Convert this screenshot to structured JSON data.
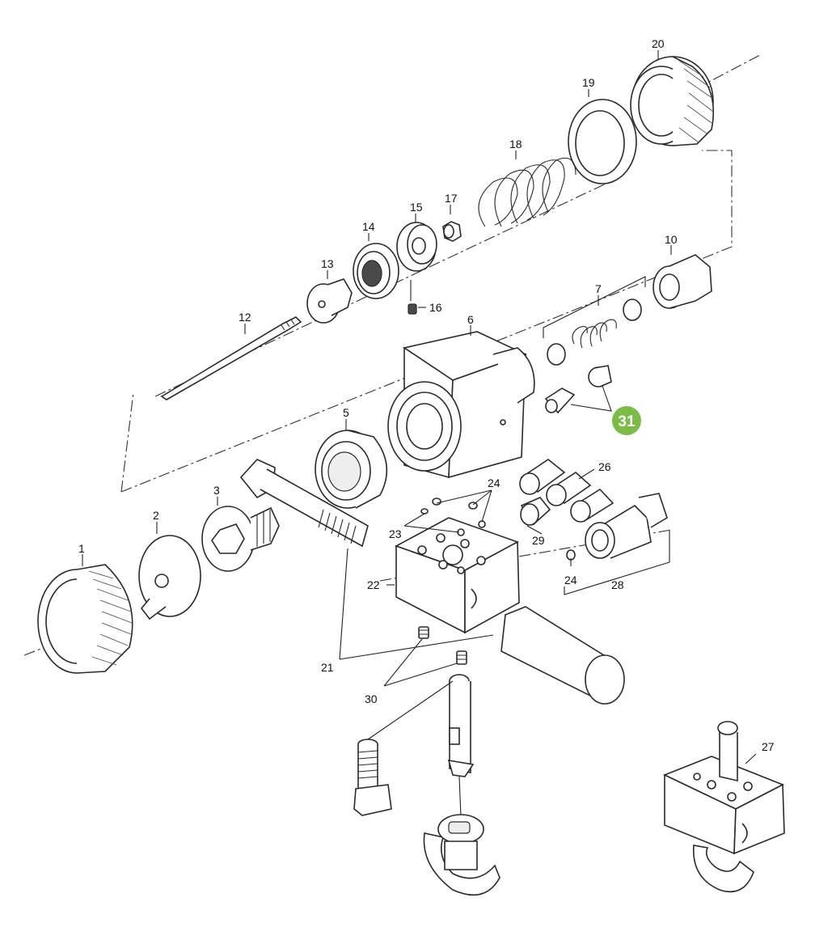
{
  "callouts": [
    {
      "id": "1",
      "label": "1"
    },
    {
      "id": "2",
      "label": "2"
    },
    {
      "id": "3",
      "label": "3"
    },
    {
      "id": "5",
      "label": "5"
    },
    {
      "id": "6",
      "label": "6"
    },
    {
      "id": "7",
      "label": "7"
    },
    {
      "id": "10",
      "label": "10"
    },
    {
      "id": "12",
      "label": "12"
    },
    {
      "id": "13",
      "label": "13"
    },
    {
      "id": "14",
      "label": "14"
    },
    {
      "id": "15",
      "label": "15"
    },
    {
      "id": "16",
      "label": "16"
    },
    {
      "id": "17",
      "label": "17"
    },
    {
      "id": "18",
      "label": "18"
    },
    {
      "id": "19",
      "label": "19"
    },
    {
      "id": "20",
      "label": "20"
    },
    {
      "id": "21",
      "label": "21"
    },
    {
      "id": "22",
      "label": "22"
    },
    {
      "id": "23",
      "label": "23"
    },
    {
      "id": "24a",
      "label": "24"
    },
    {
      "id": "24b",
      "label": "24"
    },
    {
      "id": "26",
      "label": "26"
    },
    {
      "id": "27",
      "label": "27"
    },
    {
      "id": "28",
      "label": "28"
    },
    {
      "id": "29",
      "label": "29"
    },
    {
      "id": "30",
      "label": "30"
    }
  ],
  "highlight": {
    "label": "31",
    "color": "#7cbc45"
  }
}
